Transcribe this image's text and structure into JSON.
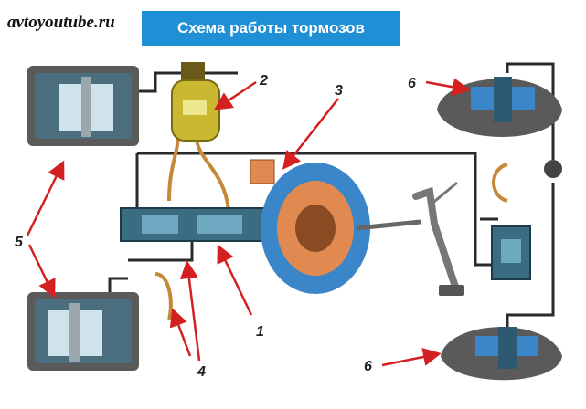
{
  "site": "avtoyoutube.ru",
  "title": "Схема работы тормозов",
  "labels": [
    "1",
    "2",
    "3",
    "4",
    "5",
    "5",
    "6",
    "6"
  ],
  "colors": {
    "banner": "#1f8fd6",
    "pipe": "#2a2a2a",
    "arrow": "#d42020",
    "caliper": "#4a6e7e",
    "reservoir": "#c9b830",
    "booster": "#3a86c8",
    "copper": "#c48a3a"
  }
}
